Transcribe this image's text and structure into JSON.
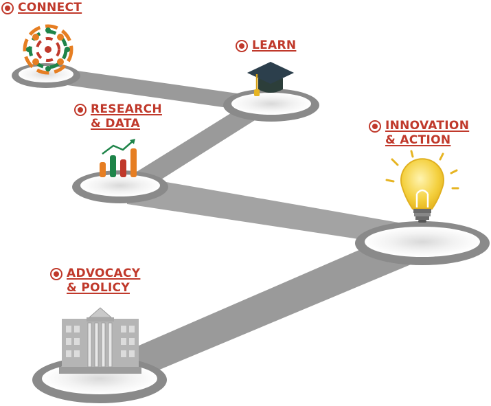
{
  "colors": {
    "accent_red": "#c0392b",
    "path_gray": "#9a9a9a",
    "ring_gray": "#8a8a8a",
    "icon_orange": "#e67e22",
    "icon_green": "#1e8449",
    "icon_red": "#c0392b",
    "bulb_yellow": "#f4d03f"
  },
  "steps": [
    {
      "line1": "CONNECT",
      "line2": "",
      "icon": "network-hands-icon"
    },
    {
      "line1": "LEARN",
      "line2": "",
      "icon": "graduation-cap-icon"
    },
    {
      "line1": "RESEARCH",
      "line2": "& DATA",
      "icon": "bar-chart-icon"
    },
    {
      "line1": "INNOVATION",
      "line2": "& ACTION",
      "icon": "lightbulb-icon"
    },
    {
      "line1": "ADVOCACY",
      "line2": "& POLICY",
      "icon": "government-building-icon"
    }
  ]
}
